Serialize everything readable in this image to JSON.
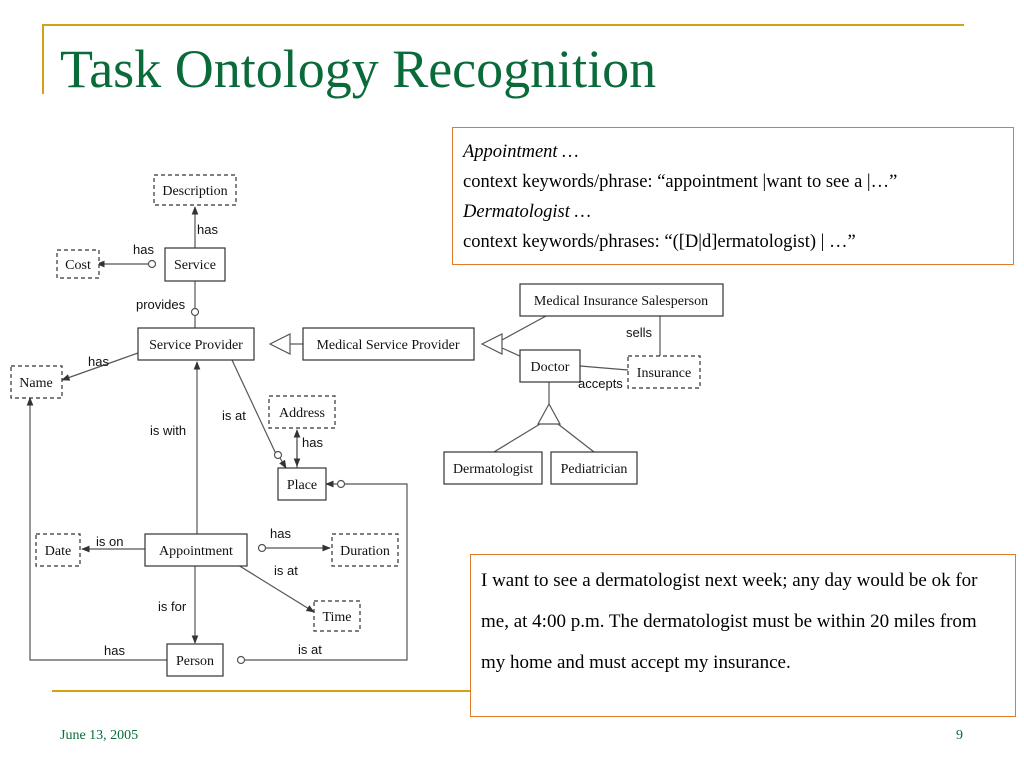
{
  "title": "Task Ontology Recognition",
  "note": {
    "line1": "Appointment …",
    "line2": "context keywords/phrase: “appointment |want to see a |…”",
    "line3": "Dermatologist …",
    "line4": "context keywords/phrases: “([D|d]ermatologist) | …”"
  },
  "quote": "I want to see a dermatologist next week; any day would be ok for me, at 4:00 p.m. The dermatologist must be within 20 miles from my home and must accept my insurance.",
  "footer": {
    "date": "June 13, 2005",
    "page": "9"
  },
  "diagram": {
    "nodes": {
      "description": "Description",
      "cost": "Cost",
      "service": "Service",
      "service_provider": "Service Provider",
      "medical_service_provider": "Medical Service Provider",
      "medical_insurance_salesperson": "Medical Insurance Salesperson",
      "doctor": "Doctor",
      "insurance": "Insurance",
      "dermatologist": "Dermatologist",
      "pediatrician": "Pediatrician",
      "name": "Name",
      "address": "Address",
      "place": "Place",
      "date": "Date",
      "appointment": "Appointment",
      "duration": "Duration",
      "time": "Time",
      "person": "Person"
    },
    "edges": {
      "has_description": "has",
      "has_cost": "has",
      "provides": "provides",
      "has_name": "has",
      "is_with": "is with",
      "is_at_place": "is at",
      "has_address": "has",
      "sells": "sells",
      "accepts": "accepts",
      "is_on": "is on",
      "has_duration": "has",
      "is_at_time": "is at",
      "is_for": "is for",
      "person_has_name": "has",
      "person_is_at": "is at"
    }
  }
}
